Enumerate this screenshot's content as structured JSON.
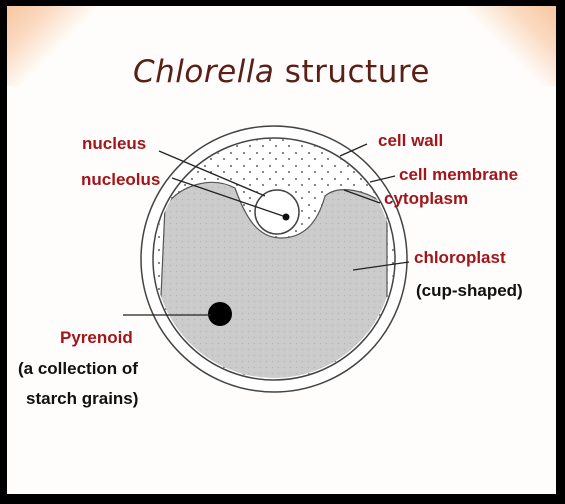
{
  "title": {
    "genus": "Chlorella",
    "rest": "structure"
  },
  "labels": {
    "nucleus": "nucleus",
    "nucleolus": "nucleolus",
    "cell_wall": "cell wall",
    "cell_membrane": "cell membrane",
    "cytoplasm": "cytoplasm",
    "chloroplast": "chloroplast",
    "chloroplast_note": "(cup-shaped)",
    "pyrenoid": "Pyrenoid",
    "pyrenoid_note_1": "(a collection of",
    "pyrenoid_note_2": "starch grains)"
  },
  "colors": {
    "label_red": "#a0161c",
    "title_brown": "#5a2018",
    "chloroplast_fill": "#c9c9c9",
    "corner_accent": "#f6b98a"
  }
}
